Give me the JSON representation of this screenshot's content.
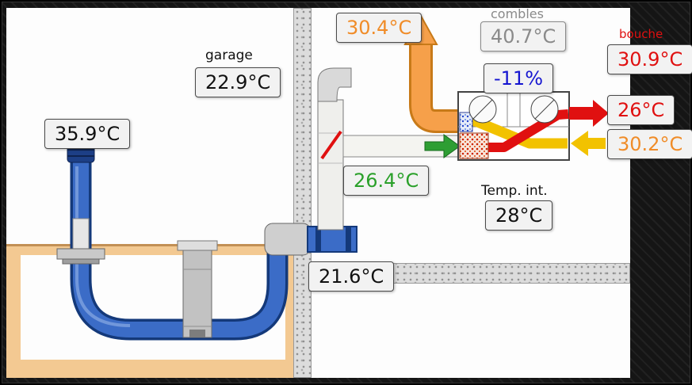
{
  "scene": {
    "outside_temp": "35.9°C",
    "garage_label": "garage",
    "garage_temp": "22.9°C",
    "exhaust_temp": "30.4°C",
    "combles_label": "combles",
    "combles_temp": "40.7°C",
    "efficiency": "-11%",
    "bouche_label": "bouche",
    "bouche_temp": "30.9°C",
    "supply_temp": "26°C",
    "extract_temp": "30.2°C",
    "post_well_temp": "26.4°C",
    "interior_label": "Temp. int.",
    "interior_temp": "28°C",
    "crawl_temp": "21.6°C"
  },
  "colors": {
    "orange": "#f08c28",
    "red": "#e01010",
    "green": "#2aa02a",
    "blue": "#1515d0",
    "gray": "#8a8a8a",
    "pipe_blue": "#3b6cc7",
    "flow_yellow": "#f2c200",
    "ground_tan": "#f3c992"
  }
}
